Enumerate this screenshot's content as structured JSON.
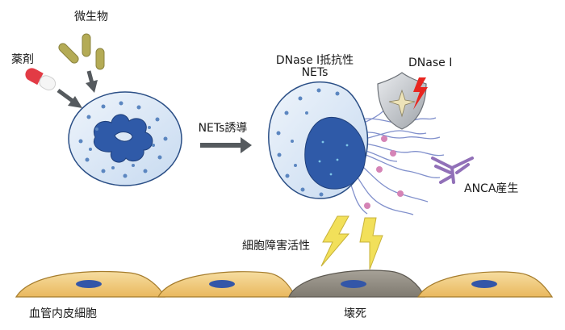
{
  "labels": {
    "microbe": "微生物",
    "drug": "薬剤",
    "nets_induction": "NETs誘導",
    "dnase_resistant_line1": "DNase I抵抗性",
    "dnase_resistant_line2": "NETs",
    "dnase": "DNase I",
    "anca": "ANCA産生",
    "cytotoxicity": "細胞障害活性",
    "endothelial": "血管内皮細胞",
    "necrosis": "壊死"
  },
  "colors": {
    "cell_fill": "#dde9f6",
    "cell_stroke": "#2b4f86",
    "nucleus": "#2f5aa8",
    "granule": "#5b86c0",
    "arrow": "#555a5e",
    "microbe": "#b4ab55",
    "pill_red": "#e23b45",
    "fiber": "#8190cc",
    "fiber_dot": "#d584b6",
    "antibody": "#9170b8",
    "lightning": "#f2e05a",
    "endothelial_fill": "#f1cc7c",
    "endothelial_stroke": "#a57c2c",
    "necrotic_fill": "#8f8a80",
    "cell_nucleus_blue": "#3356a8",
    "shield": "#c4c7cb",
    "bolt_red": "#e8251f"
  }
}
